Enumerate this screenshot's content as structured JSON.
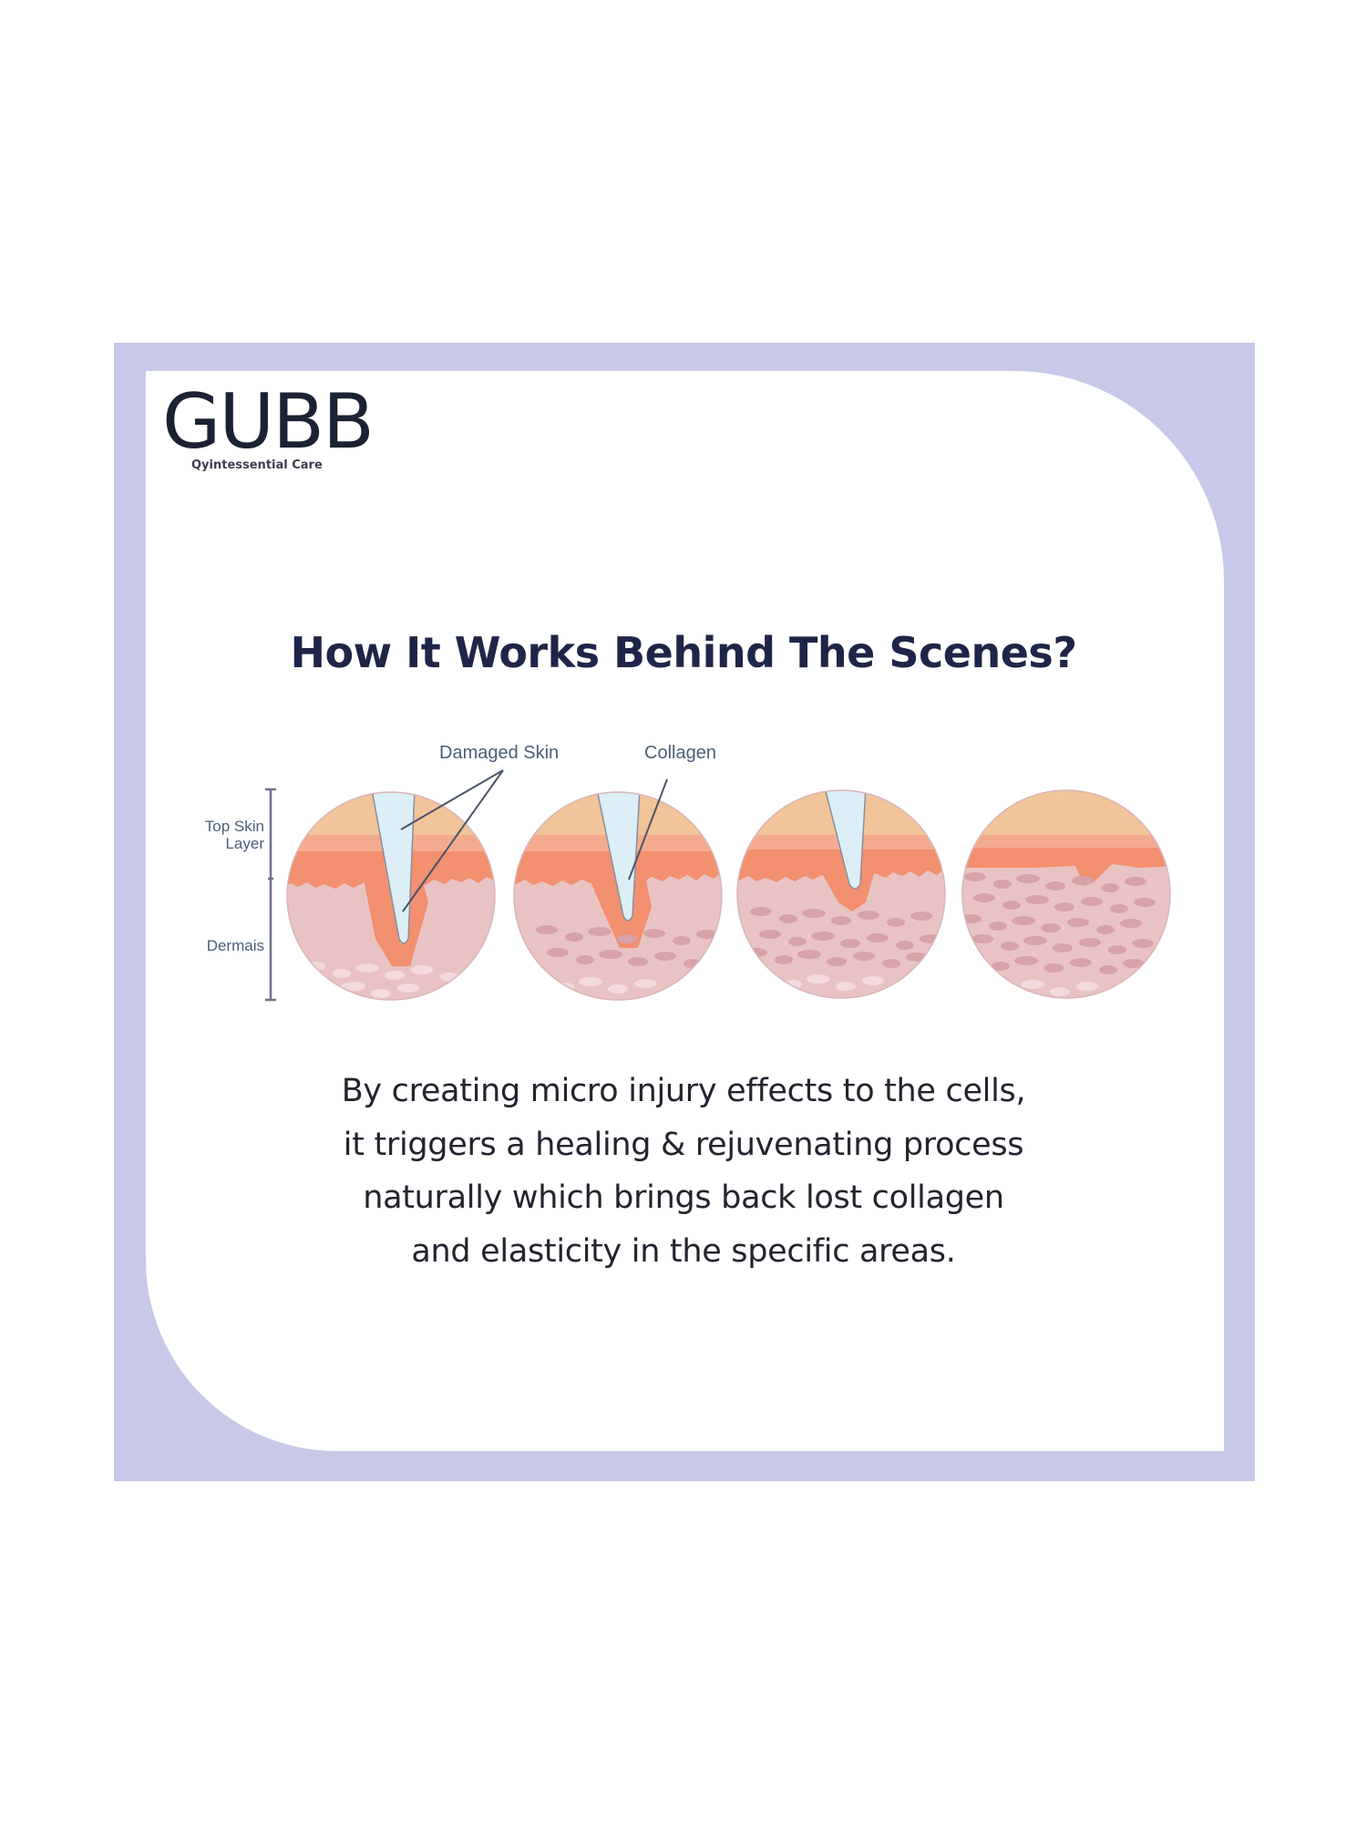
{
  "brand": {
    "logo": "GUBB",
    "tagline": "Qyintessential Care"
  },
  "title": "How It Works Behind The Scenes?",
  "diagram": {
    "callouts": {
      "damaged_skin": "Damaged Skin",
      "collagen": "Collagen"
    },
    "scale_labels": {
      "top_skin_line1": "Top Skin",
      "top_skin_line2": "Layer",
      "dermis": "Dermais"
    },
    "stages": [
      {
        "name": "stage-1-needle-deep"
      },
      {
        "name": "stage-2-collagen-forming"
      },
      {
        "name": "stage-3-healing"
      },
      {
        "name": "stage-4-rejuvenated"
      }
    ],
    "colors": {
      "top_layer": "#f1c49a",
      "mid_band": "#f4ab90",
      "deep_band": "#f2906f",
      "dermis": "#e9c3c4",
      "cells": "#d7a2a8",
      "needle": "#dceef6",
      "frame": "#c8c9e8",
      "text_navy": "#1e2548"
    }
  },
  "body": {
    "lines": [
      "By creating micro injury effects to the cells,",
      "it triggers a healing & rejuvenating process",
      "naturally which brings back lost collagen",
      "and elasticity in the specific areas."
    ]
  }
}
